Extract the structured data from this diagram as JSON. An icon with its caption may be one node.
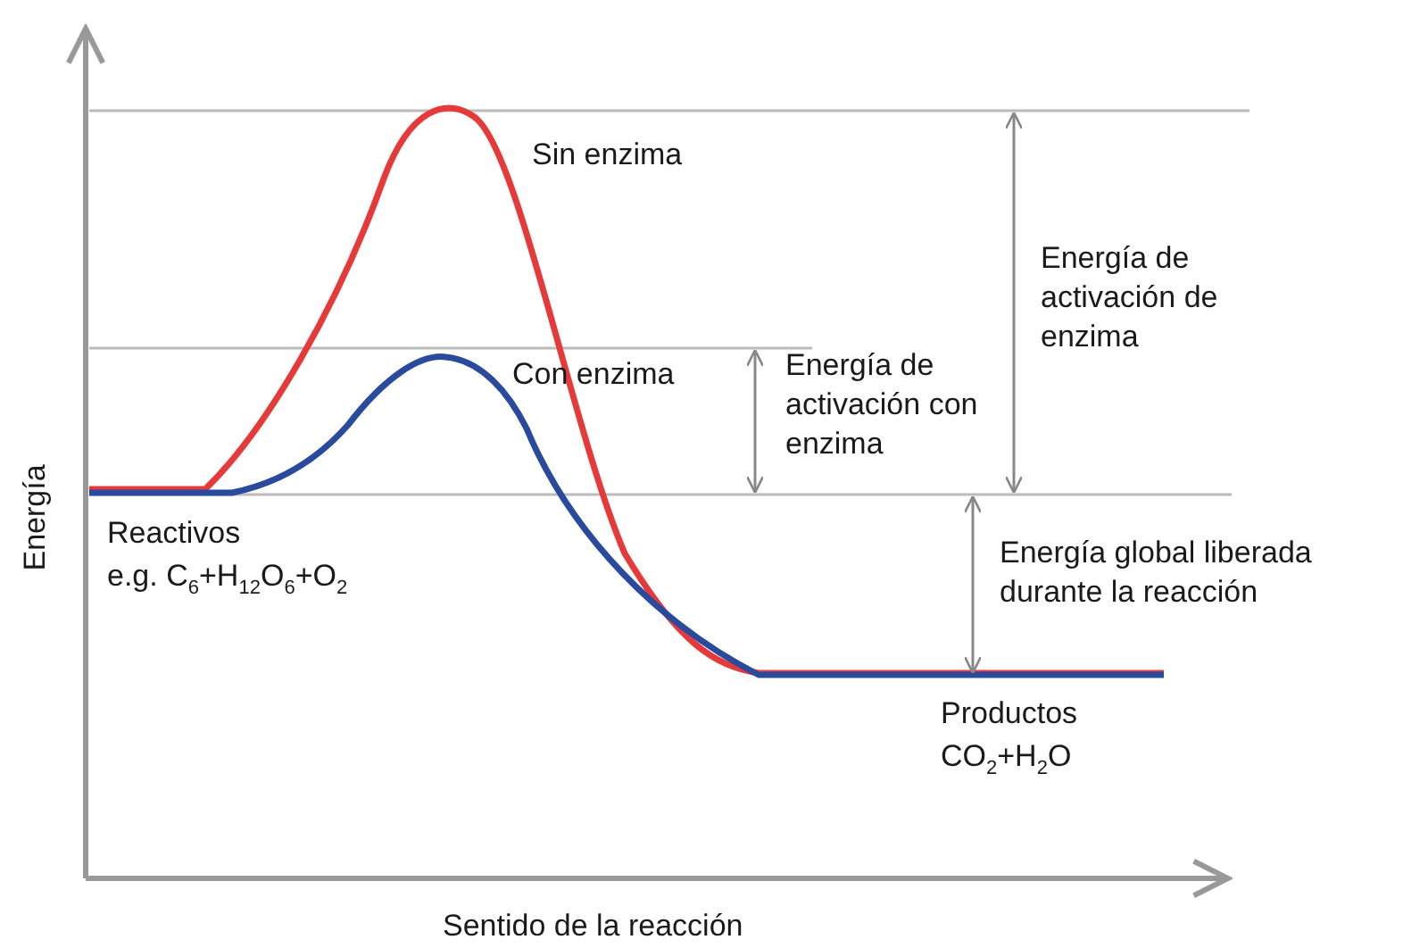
{
  "diagram": {
    "labels": [
      "Sin enzima",
      "Energía de activación de enzima",
      "Con enzima",
      "Energía de activación con enzima",
      "Energía",
      "Reactivos",
      "e.g. C$_{6}$+H$_{12}$O$_{6}$+O$_{2}$",
      "Energía global liberada durante la reacción",
      "Productos",
      "CO$_{2}$+H$_{2}$O",
      "Sentido de la reacción"
    ]
  }
}
